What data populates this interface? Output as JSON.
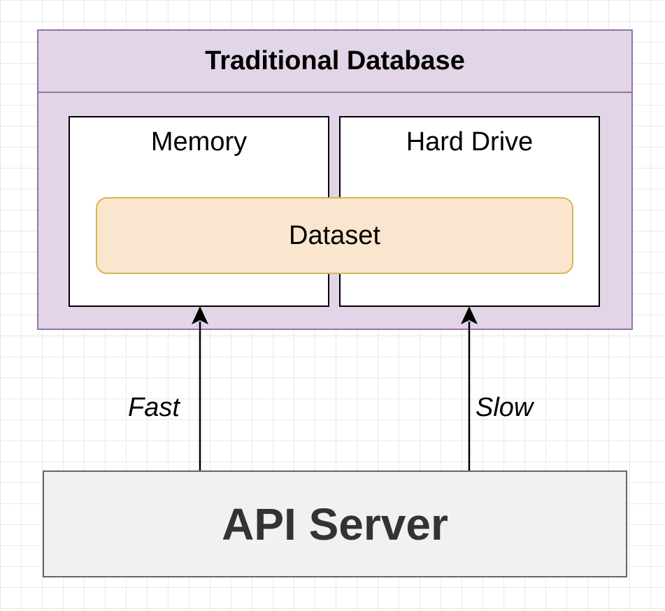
{
  "diagram": {
    "container": {
      "title": "Traditional Database",
      "fill": "#e1d5e7",
      "stroke": "#9673a6"
    },
    "memory": {
      "label": "Memory"
    },
    "hard_drive": {
      "label": "Hard Drive"
    },
    "dataset": {
      "label": "Dataset",
      "fill": "#fae5cf",
      "stroke": "#d6b656"
    },
    "api_server": {
      "label": "API Server",
      "fill": "#f1f1f1",
      "stroke": "#666666"
    },
    "edges": [
      {
        "from": "API Server",
        "to": "Memory",
        "label": "Fast"
      },
      {
        "from": "API Server",
        "to": "Hard Drive",
        "label": "Slow"
      }
    ]
  }
}
